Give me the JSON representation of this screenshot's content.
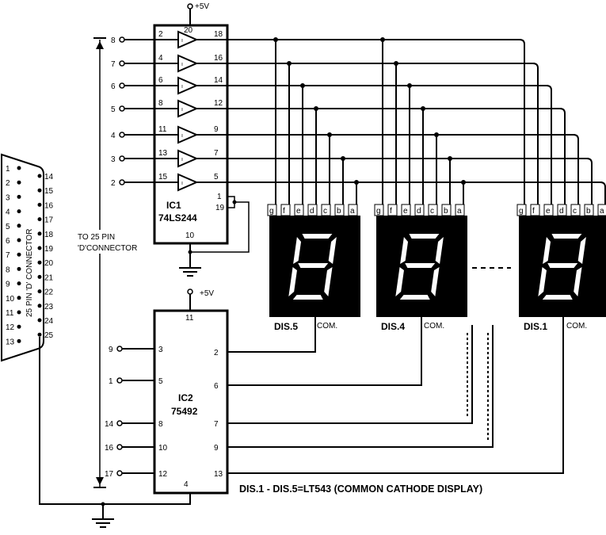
{
  "power": {
    "vcc1": "+5V",
    "vcc2": "+5V"
  },
  "ic1": {
    "name": "IC1",
    "part": "74LS244",
    "vcc_pin": "20",
    "gnd_pin": "10",
    "enable_pins": [
      "1",
      "19"
    ],
    "inputs": [
      {
        "ext": "8",
        "pin": "2",
        "out": "18"
      },
      {
        "ext": "7",
        "pin": "4",
        "out": "16"
      },
      {
        "ext": "6",
        "pin": "6",
        "out": "14"
      },
      {
        "ext": "5",
        "pin": "8",
        "out": "12"
      },
      {
        "ext": "4",
        "pin": "11",
        "out": "9"
      },
      {
        "ext": "3",
        "pin": "13",
        "out": "7"
      },
      {
        "ext": "2",
        "pin": "15",
        "out": "5"
      }
    ]
  },
  "ic2": {
    "name": "IC2",
    "part": "75492",
    "vcc_pin": "11",
    "gnd_pin": "4",
    "inputs": [
      {
        "ext": "9",
        "pin": "3"
      },
      {
        "ext": "1",
        "pin": "5"
      },
      {
        "ext": "14",
        "pin": "8"
      },
      {
        "ext": "16",
        "pin": "10"
      },
      {
        "ext": "17",
        "pin": "12"
      }
    ],
    "outputs": [
      "2",
      "6",
      "7",
      "9",
      "13"
    ]
  },
  "connector": {
    "label": "25 PIN 'D' CONNECTOR",
    "left_pins": [
      "1",
      "2",
      "3",
      "4",
      "5",
      "6",
      "7",
      "8",
      "9",
      "10",
      "11",
      "12",
      "13"
    ],
    "right_pins": [
      "14",
      "15",
      "16",
      "17",
      "18",
      "19",
      "20",
      "21",
      "22",
      "23",
      "24",
      "25"
    ]
  },
  "to_connector_label": [
    "TO 25 PIN",
    "'D'CONNECTOR"
  ],
  "segments": [
    "g",
    "f",
    "e",
    "d",
    "c",
    "b",
    "a"
  ],
  "displays": [
    {
      "name": "DIS.5",
      "com": "COM."
    },
    {
      "name": "DIS.4",
      "com": "COM."
    },
    {
      "name": "DIS.1",
      "com": "COM."
    }
  ],
  "caption": "DIS.1 - DIS.5=LT543 (COMMON CATHODE  DISPLAY)",
  "icons": [
    "ground-icon",
    "buffer-icon",
    "seven-segment-display-icon"
  ]
}
